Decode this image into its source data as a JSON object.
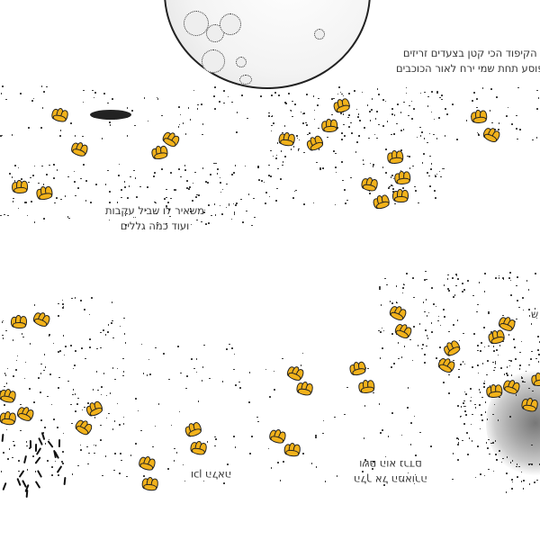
{
  "text_top_right": [
    "הקיפוד הכי קטן בצעדים זריזים",
    "פוסע תחת שמי ירח לאור הכוכבים"
  ],
  "text_middle_left": [
    "משאיר לו שביל עקבות",
    "ועוד כמה גללים"
  ],
  "text_bottom_center_flipped": [
    "וכן הלאה"
  ],
  "text_bottom_right_flipped": [
    "הלך אל המאורה",
    "ושם הוא נרדם"
  ],
  "text_right_edge_partial": "ש",
  "colors": {
    "footprint": "#f2b21b",
    "ink": "#222222",
    "background": "#ffffff"
  }
}
